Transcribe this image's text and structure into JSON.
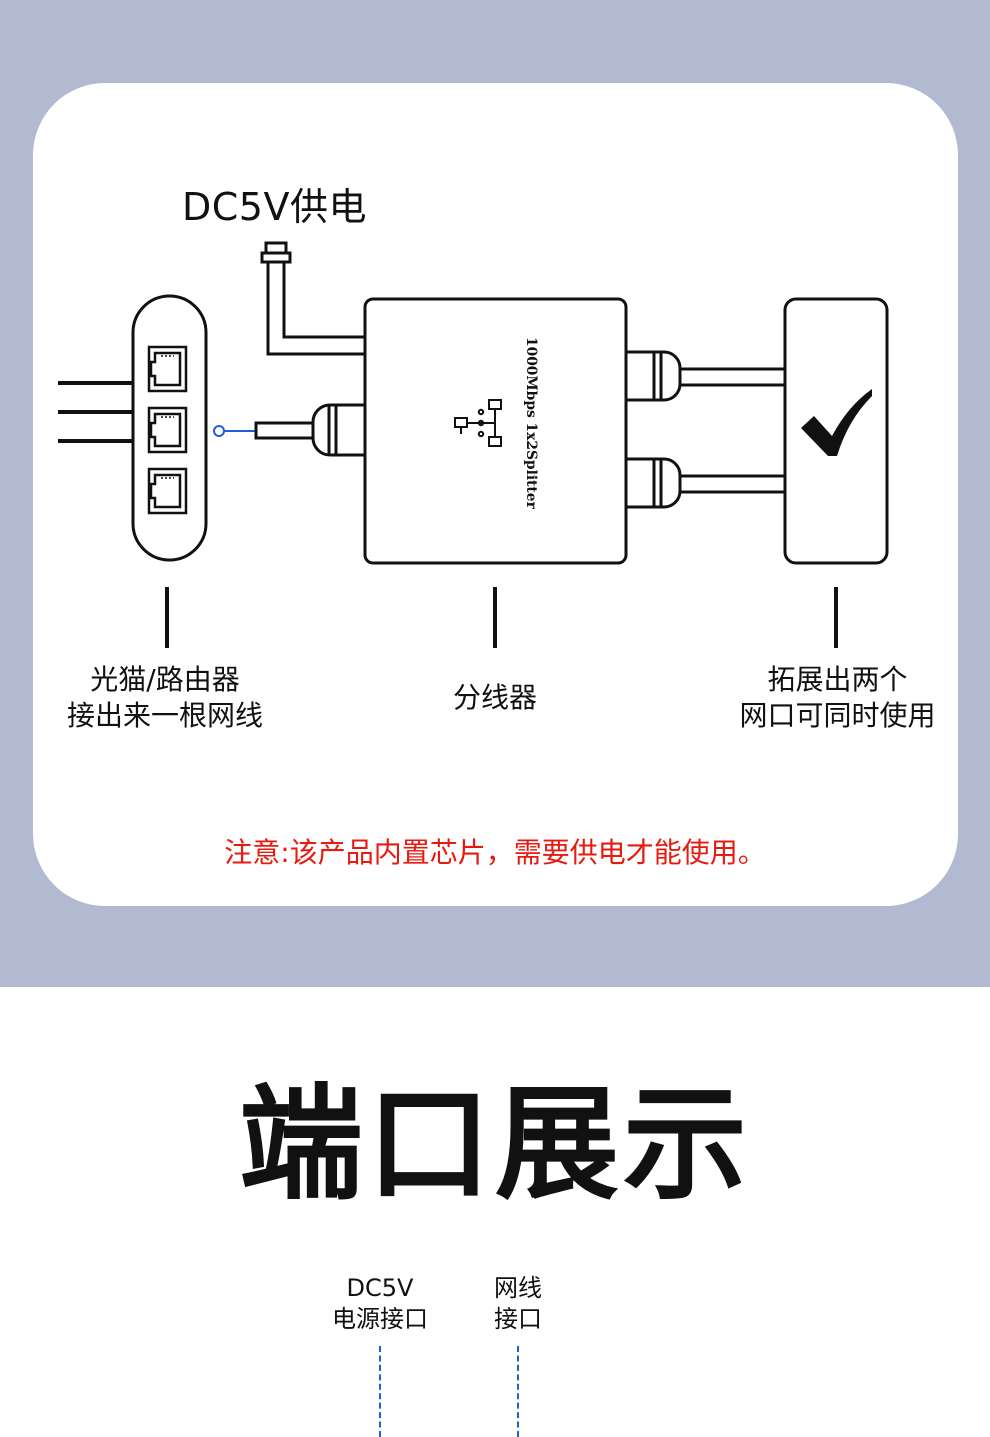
{
  "power": {
    "title": "DC5V供电"
  },
  "splitter": {
    "device_text": "1000Mbps 1x2Splitter"
  },
  "labels": {
    "modem_line1": "光猫/路由器",
    "modem_line2": "接出来一根网线",
    "splitter": "分线器",
    "output_line1": "拓展出两个",
    "output_line2": "网口可同时使用"
  },
  "note": "注意:该产品内置芯片，需要供电才能使用。",
  "section": {
    "title": "端口展示"
  },
  "ports": {
    "power_line1": "DC5V",
    "power_line2": "电源接口",
    "network_line1": "网线",
    "network_line2": "接口"
  },
  "colors": {
    "band": "#b1bad0",
    "note": "#e8190f",
    "dash": "#1f5fd6"
  }
}
